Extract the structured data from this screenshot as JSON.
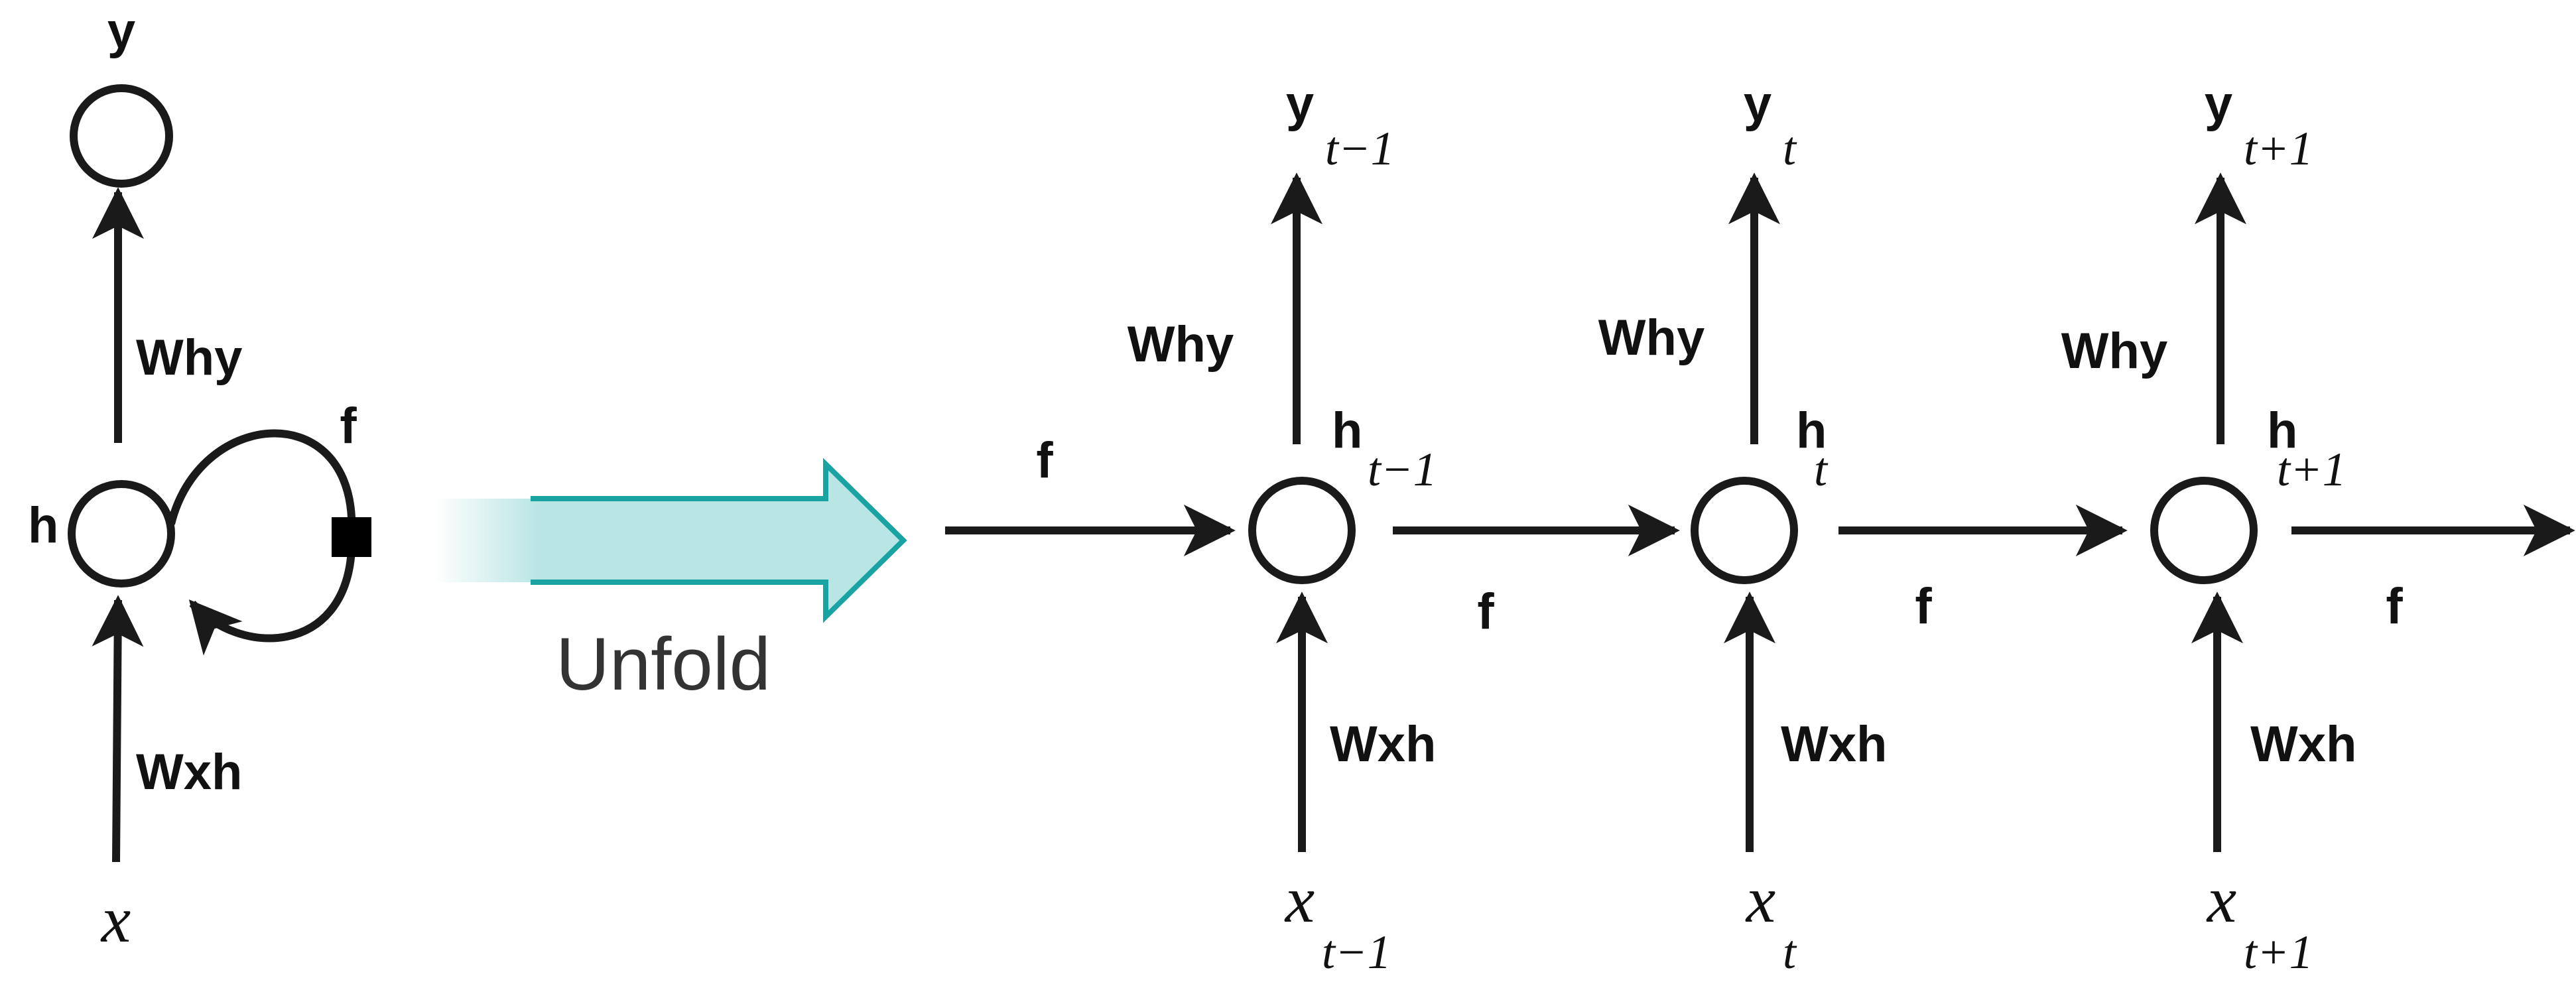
{
  "folded": {
    "output_label": "y",
    "hidden_label": "h",
    "input_label": "x",
    "output_weight": "Why",
    "input_weight": "Wxh",
    "recurrence_label": "f"
  },
  "unfold": {
    "label": "Unfold",
    "arrow_color": "#1aa3a3",
    "arrow_fill_light": "#b9e6e4"
  },
  "steps": [
    {
      "y": "y",
      "y_sub": "t−1",
      "h": "h",
      "h_sub": "t−1",
      "x": "x",
      "x_sub": "t−1",
      "why": "Why",
      "wxh": "Wxh",
      "f_out": "f"
    },
    {
      "y": "y",
      "y_sub": "t",
      "h": "h",
      "h_sub": "t",
      "x": "x",
      "x_sub": "t",
      "why": "Why",
      "wxh": "Wxh",
      "f_out": "f"
    },
    {
      "y": "y",
      "y_sub": "t+1",
      "h": "h",
      "h_sub": "t+1",
      "x": "x",
      "x_sub": "t+1",
      "why": "Why",
      "wxh": "Wxh",
      "f_out": "f"
    }
  ],
  "incoming_recurrence_label": "f"
}
